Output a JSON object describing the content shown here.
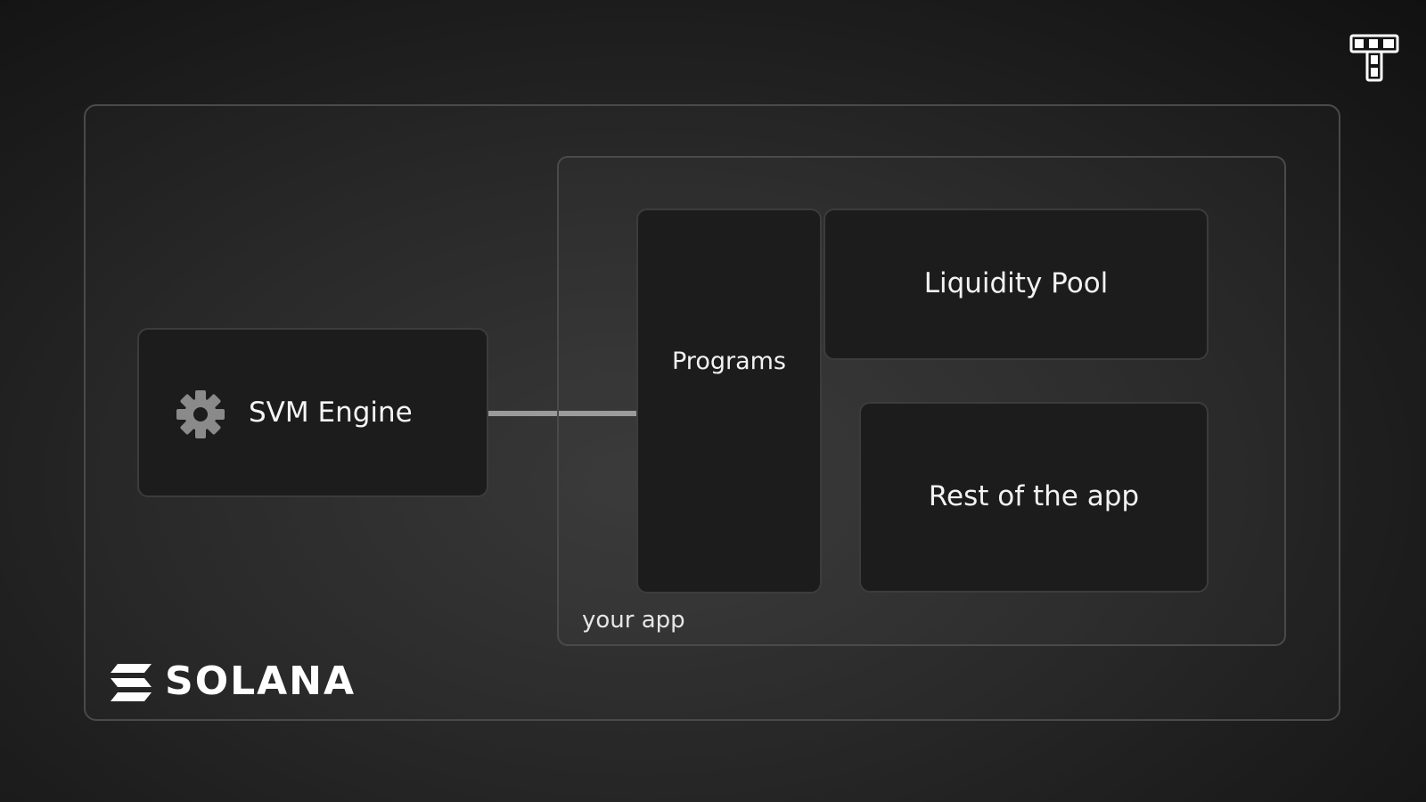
{
  "diagram": {
    "engine": {
      "label": "SVM Engine",
      "icon": "gear-icon"
    },
    "app": {
      "label": "your app",
      "programs_label": "Programs",
      "liquidity_pool_label": "Liquidity Pool",
      "rest_label": "Rest of the app"
    },
    "brand": {
      "name": "SOLANA",
      "icon": "solana-logo-icon"
    },
    "corner_logo": {
      "icon": "t-block-logo-icon"
    },
    "colors": {
      "background": "#262626",
      "box_fill": "#1c1c1c",
      "border": "#4a4a4a",
      "arrow": "#9a9a9a",
      "text": "#f2f2f2"
    }
  }
}
